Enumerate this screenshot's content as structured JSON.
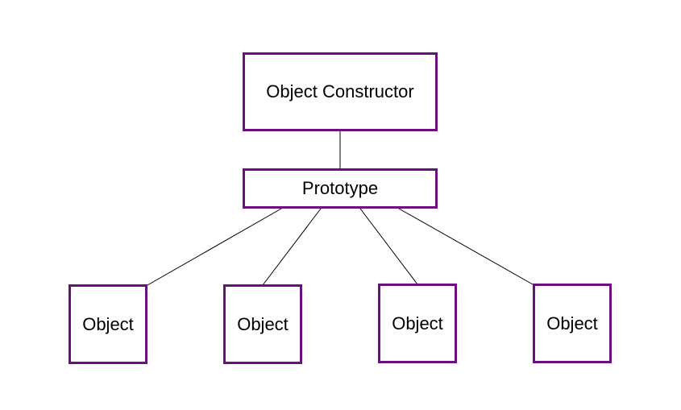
{
  "diagram": {
    "type": "tree",
    "border_color": "#6a0f7d",
    "line_color": "#000000",
    "root": {
      "label": "Object Constructor"
    },
    "prototype": {
      "label": "Prototype"
    },
    "objects": [
      {
        "label": "Object"
      },
      {
        "label": "Object"
      },
      {
        "label": "Object"
      },
      {
        "label": "Object"
      }
    ],
    "edges": [
      [
        "Object Constructor",
        "Prototype"
      ],
      [
        "Prototype",
        "Object 1"
      ],
      [
        "Prototype",
        "Object 2"
      ],
      [
        "Prototype",
        "Object 3"
      ],
      [
        "Prototype",
        "Object 4"
      ]
    ]
  }
}
